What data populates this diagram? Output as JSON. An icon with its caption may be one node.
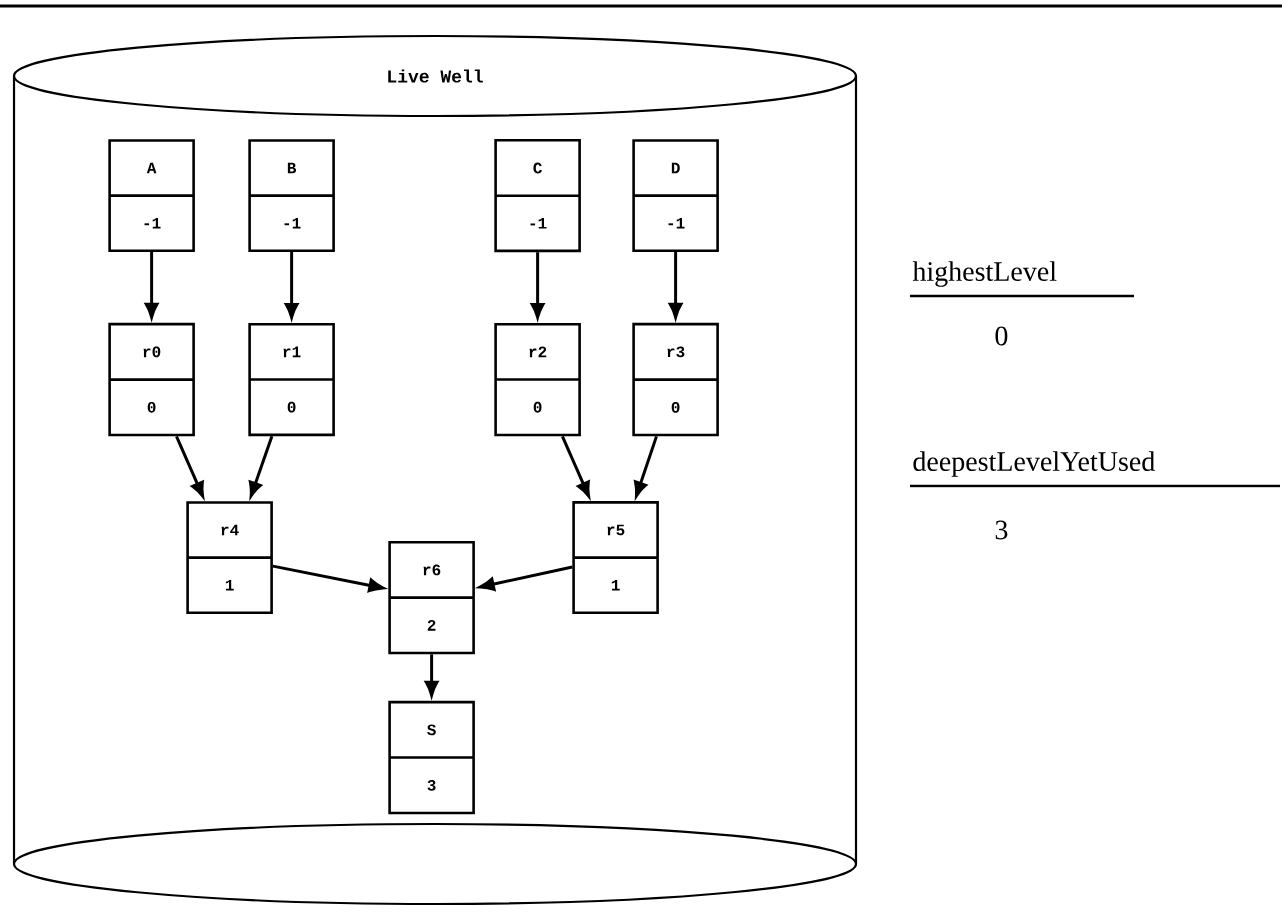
{
  "diagram": {
    "nodes": [
      {
        "text": [
          "Live Well"
        ]
      },
      {
        "text": [
          "A",
          "-1"
        ],
        "in": 0
      },
      {
        "text": [
          "B",
          "-1"
        ],
        "in": 0
      },
      {
        "text": [
          "C",
          "-1"
        ],
        "in": 0
      },
      {
        "text": [
          "D",
          "-1"
        ],
        "in": 0
      },
      {
        "text": [
          "r0",
          "0"
        ],
        "in": 0
      },
      {
        "text": [
          "r1",
          "0"
        ],
        "in": 0
      },
      {
        "text": [
          "r2",
          "0"
        ],
        "in": 0
      },
      {
        "text": [
          "r3",
          "0"
        ],
        "in": 0
      },
      {
        "text": [
          "r4",
          "1"
        ],
        "in": 0
      },
      {
        "text": [
          "r5",
          "1"
        ],
        "in": 0
      },
      {
        "text": [
          "r6",
          "2"
        ],
        "in": 0
      },
      {
        "text": [
          "S",
          "3"
        ],
        "in": 0
      }
    ],
    "edges": [
      {
        "from": 1,
        "to": 5,
        "arrow": "to"
      },
      {
        "from": 2,
        "to": 6,
        "arrow": "to"
      },
      {
        "from": 3,
        "to": 7,
        "arrow": "to"
      },
      {
        "from": 4,
        "to": 8,
        "arrow": "to"
      },
      {
        "from": 5,
        "to": 9,
        "arrow": "to"
      },
      {
        "from": 6,
        "to": 9,
        "arrow": "to"
      },
      {
        "from": 7,
        "to": 10,
        "arrow": "to"
      },
      {
        "from": 8,
        "to": 10,
        "arrow": "to"
      },
      {
        "from": 9,
        "to": 11,
        "arrow": "to"
      },
      {
        "from": 10,
        "to": 11,
        "arrow": "to"
      },
      {
        "from": 11,
        "to": 12,
        "arrow": "to"
      }
    ],
    "labels": [
      "highestLevel",
      "0",
      "deepestLevelYetUsed",
      "3"
    ]
  }
}
